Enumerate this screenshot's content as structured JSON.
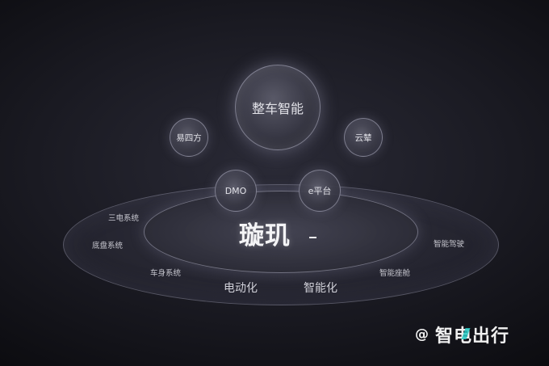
{
  "center": {
    "logo": "璇玑"
  },
  "bubbles": {
    "main": "整车智能",
    "left": "易四方",
    "right": "云辇",
    "dmo": "DMO",
    "e_platform": "e平台"
  },
  "ring_labels": {
    "three_electric": "三电系统",
    "chassis": "底盘系统",
    "body": "车身系统",
    "electrification": "电动化",
    "intelligence": "智能化",
    "smart_cockpit": "智能座舱",
    "smart_driving": "智能驾驶"
  },
  "watermark": {
    "at": "@",
    "text": "智电出行"
  },
  "colors": {
    "background": "#1a1a22",
    "watermark_accent": "#27c9c3"
  }
}
